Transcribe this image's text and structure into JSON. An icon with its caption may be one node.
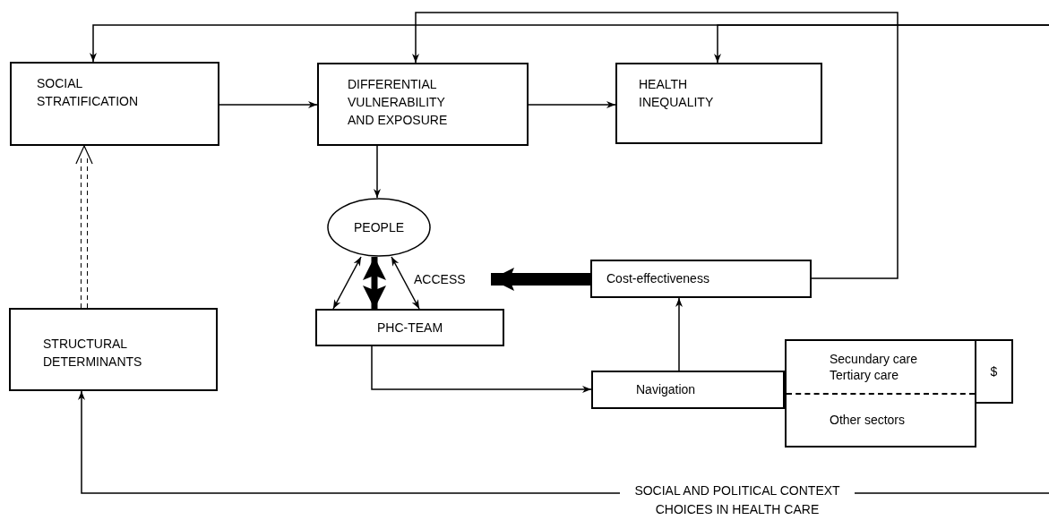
{
  "diagram": {
    "nodes": [
      {
        "text": [
          "SOCIAL STRATIFICATION"
        ]
      },
      {
        "text": [
          "DIFFERENTIAL VULNERABILITY AND EXPOSURE"
        ]
      },
      {
        "text": [
          "HEALTH INEQUALITY"
        ]
      },
      {
        "text": [
          "PEOPLE"
        ]
      },
      {
        "text": [
          "PHC-TEAM"
        ]
      },
      {
        "text": [
          "Cost-effectiveness"
        ]
      },
      {
        "text": [
          "STRUCTURAL DETERMINANTS"
        ]
      },
      {
        "text": [
          "Navigation"
        ]
      },
      {
        "text": [
          "Secundary care Tertiary care",
          "Other sectors"
        ]
      },
      {
        "text": [
          "$"
        ]
      },
      {
        "text": [
          "SOCIAL AND POLITICAL CONTEXT CHOICES IN HEALTH CARE"
        ]
      },
      {
        "text": [
          "ACCESS"
        ]
      }
    ],
    "edges": [
      {
        "from": 0,
        "to": 1,
        "arrow": "to"
      },
      {
        "from": 1,
        "to": 2,
        "arrow": "to"
      },
      {
        "from": null,
        "to": 0,
        "arrow": "to"
      },
      {
        "from": null,
        "to": 2,
        "arrow": "to"
      },
      {
        "from": 5,
        "to": 1,
        "arrow": "to"
      },
      {
        "from": 1,
        "to": 3,
        "arrow": "to"
      },
      {
        "from": 6,
        "to": 0,
        "arrow": "to",
        "style": "dashed"
      },
      {
        "from": 3,
        "to": 4,
        "arrow": "both",
        "style": "thick"
      },
      {
        "from": 3,
        "to": 4,
        "arrow": "both"
      },
      {
        "from": 3,
        "to": 4,
        "arrow": "both"
      },
      {
        "from": 5,
        "to": 11,
        "arrow": "to",
        "style": "thick"
      },
      {
        "from": 4,
        "to": 7,
        "arrow": "to"
      },
      {
        "from": 7,
        "to": 5,
        "arrow": "to"
      },
      {
        "from": 10,
        "to": 6,
        "arrow": "to"
      },
      {
        "from": 10,
        "to": null,
        "arrow": "none"
      }
    ]
  }
}
